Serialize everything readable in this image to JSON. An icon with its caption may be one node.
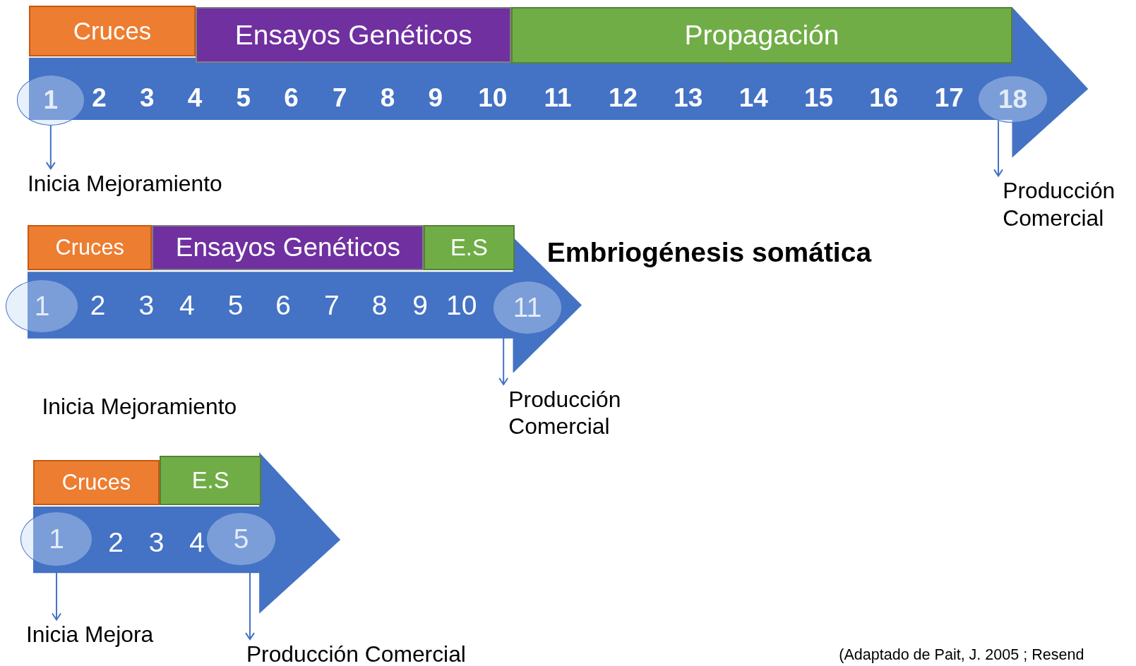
{
  "diagram": {
    "nodes": [
      {
        "text": [
          "Cruces"
        ]
      },
      {
        "text": [
          "Ensayos Genéticos"
        ]
      },
      {
        "text": [
          "Propagación"
        ]
      },
      {
        "text": [
          "2",
          "3",
          "4",
          "5",
          "6",
          "7",
          "8",
          "9",
          "10",
          "11",
          "12",
          "13",
          "14",
          "15",
          "16",
          "17"
        ]
      },
      {
        "text": [
          "1"
        ]
      },
      {
        "text": [
          "18"
        ],
        "in": 3
      },
      {
        "text": [
          "Inicia Mejoramiento"
        ]
      },
      {
        "text": [
          "Producción Comercial"
        ]
      },
      {
        "text": [
          "Cruces"
        ]
      },
      {
        "text": [
          "Ensayos Genéticos"
        ]
      },
      {
        "text": [
          "E.S"
        ]
      },
      {
        "text": [
          "2",
          "3",
          "4",
          "5",
          "6",
          "7",
          "8",
          "9",
          "10"
        ]
      },
      {
        "text": [
          "1"
        ]
      },
      {
        "text": [
          "11"
        ],
        "in": 11
      },
      {
        "text": [
          "Producción Comercial"
        ]
      },
      {
        "text": [
          "Cruces"
        ]
      },
      {
        "text": [
          "E.S"
        ]
      },
      {
        "text": [
          "2",
          "3",
          "4"
        ]
      },
      {
        "text": [
          "1"
        ]
      },
      {
        "text": [
          "5"
        ],
        "in": 17
      },
      {
        "text": [
          "Inicia Mejora"
        ]
      },
      {
        "text": [
          "Producción Comercial"
        ]
      }
    ],
    "edges": [
      {
        "from": 4,
        "to": 6,
        "arrow": "to"
      },
      {
        "from": 5,
        "to": 7,
        "arrow": "to"
      },
      {
        "from": 13,
        "to": 14,
        "arrow": "to"
      },
      {
        "from": 18,
        "to": 20,
        "arrow": "to"
      },
      {
        "from": 19,
        "to": 21,
        "arrow": "to"
      }
    ],
    "labels": [
      "Embriogénesis somática",
      "Inicia Mejoramiento",
      "(Adaptado de Pait, J. 2005 ;  Resend"
    ]
  }
}
